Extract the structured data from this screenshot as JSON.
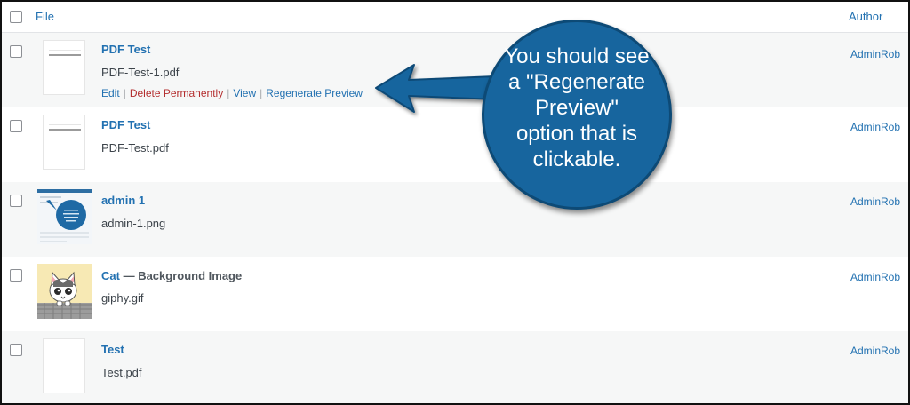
{
  "header": {
    "file_label": "File",
    "author_label": "Author"
  },
  "rows": [
    {
      "title": "PDF Test",
      "filename": "PDF-Test-1.pdf",
      "author": "AdminRob",
      "actions": {
        "edit": "Edit",
        "delete": "Delete Permanently",
        "view": "View",
        "regenerate": "Regenerate Preview",
        "separator": "|"
      }
    },
    {
      "title": "PDF Test",
      "filename": "PDF-Test.pdf",
      "author": "AdminRob"
    },
    {
      "title": "admin 1",
      "filename": "admin-1.png",
      "author": "AdminRob"
    },
    {
      "title": "Cat",
      "title_suffix": "— Background Image",
      "filename": "giphy.gif",
      "author": "AdminRob"
    },
    {
      "title": "Test",
      "filename": "Test.pdf",
      "author": "AdminRob"
    }
  ],
  "callout": {
    "lines": [
      "You should see",
      "a \"Regenerate",
      "Preview\"",
      "option that is",
      "clickable."
    ]
  },
  "colors": {
    "link": "#2271b1",
    "delete": "#b32d2e",
    "callout": "#17659e",
    "alt_row": "#f6f7f7"
  },
  "icons": [
    "pdf-thumbnail-icon",
    "image-thumbnail-icon",
    "cat-thumbnail-icon",
    "arrow-left-icon"
  ]
}
